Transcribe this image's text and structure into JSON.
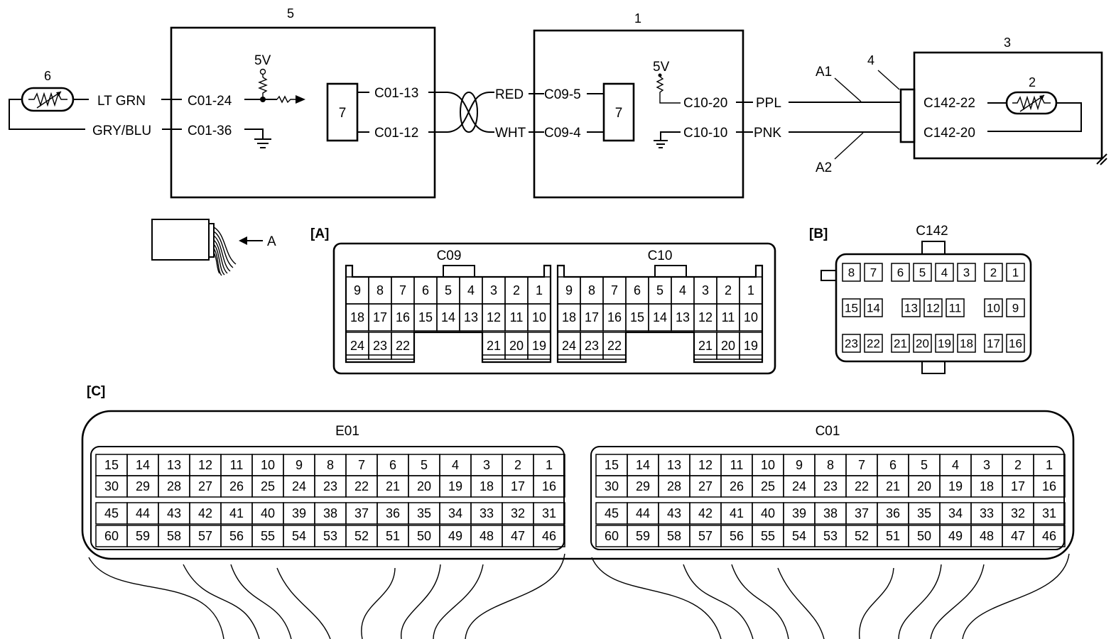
{
  "component_numbers": {
    "ecm": "5",
    "module1": "1",
    "sensor3": "3",
    "connector4": "4",
    "sensor2": "2",
    "sensor6": "6",
    "inner7a": "7",
    "inner7b": "7"
  },
  "voltage_label": "5V",
  "wire_colors": [
    "LT GRN",
    "GRY/BLU",
    "RED",
    "WHT",
    "PPL",
    "PNK"
  ],
  "ecm_pins": [
    "C01-24",
    "C01-36",
    "C01-13",
    "C01-12"
  ],
  "module_pins": [
    "C09-5",
    "C09-4",
    "C10-20",
    "C10-10"
  ],
  "sensor_pins": [
    "C142-22",
    "C142-20"
  ],
  "harness_labels": [
    "A1",
    "A2"
  ],
  "view_arrow_label": "A",
  "section_labels": [
    "[A]",
    "[B]",
    "[C]"
  ],
  "connector_names": {
    "c09": "C09",
    "c10": "C10",
    "c142": "C142",
    "e01": "E01",
    "c01": "C01"
  },
  "connector_a_rows": [
    [
      "9",
      "8",
      "7",
      "6",
      "5",
      "4",
      "3",
      "2",
      "1"
    ],
    [
      "18",
      "17",
      "16",
      "15",
      "14",
      "13",
      "12",
      "11",
      "10"
    ],
    [
      "24",
      "23",
      "22",
      "21",
      "20",
      "19"
    ]
  ],
  "connector_b_rows": [
    [
      "8",
      "7",
      "6",
      "5",
      "4",
      "3",
      "2",
      "1"
    ],
    [
      "15",
      "14",
      "13",
      "12",
      "11",
      "10",
      "9"
    ],
    [
      "23",
      "22",
      "21",
      "20",
      "19",
      "18",
      "17",
      "16"
    ]
  ],
  "connector_c_rows": [
    [
      "15",
      "14",
      "13",
      "12",
      "11",
      "10",
      "9",
      "8",
      "7",
      "6",
      "5",
      "4",
      "3",
      "2",
      "1"
    ],
    [
      "30",
      "29",
      "28",
      "27",
      "26",
      "25",
      "24",
      "23",
      "22",
      "21",
      "20",
      "19",
      "18",
      "17",
      "16"
    ],
    [
      "45",
      "44",
      "43",
      "42",
      "41",
      "40",
      "39",
      "38",
      "37",
      "36",
      "35",
      "34",
      "33",
      "32",
      "31"
    ],
    [
      "60",
      "59",
      "58",
      "57",
      "56",
      "55",
      "54",
      "53",
      "52",
      "51",
      "50",
      "49",
      "48",
      "47",
      "46"
    ]
  ]
}
